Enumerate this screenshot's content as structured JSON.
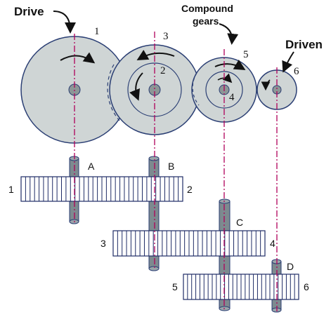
{
  "callouts": {
    "drive": "Drive",
    "compound_line1": "Compound",
    "compound_line2": "gears",
    "driven": "Driven"
  },
  "gear_numbers": [
    "1",
    "2",
    "3",
    "4",
    "5",
    "6"
  ],
  "shaft_labels": [
    "A",
    "B",
    "C",
    "D"
  ],
  "colors": {
    "gear_fill": "#cfd5d5",
    "gear_stroke": "#2b3f74",
    "hub_fill": "#8c9696",
    "shaft_fill": "#7d8a8f",
    "centerline": "#b0005a",
    "arrow": "#111111",
    "rack_fill": "#ffffff",
    "rack_stroke": "#1f2c66"
  }
}
